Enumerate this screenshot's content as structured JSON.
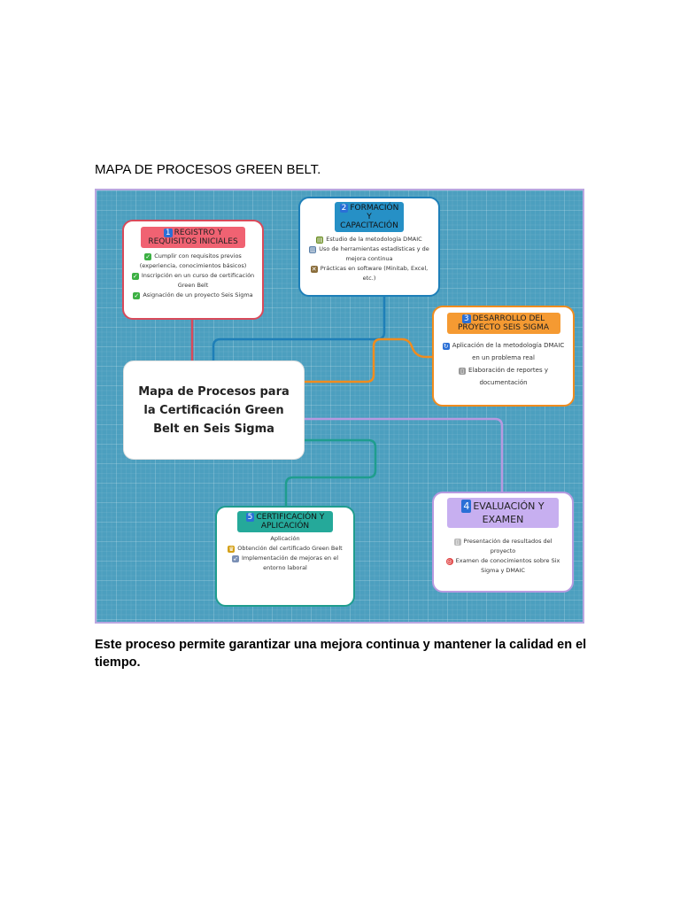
{
  "heading": "MAPA DE PROCESOS GREEN BELT.",
  "footer": "Este proceso permite garantizar una mejora continua y mantener la calidad en el tiempo.",
  "map": {
    "central": "Mapa de Procesos para la Certificación Green Belt en Seis Sigma",
    "nodes": {
      "registro": {
        "number": "1",
        "title": "REGISTRO Y REQUISITOS INICIALES",
        "items": [
          "Cumplir con requisitos previos (experiencia, conocimientos básicos)",
          "Inscripción en un curso de certificación Green Belt",
          "Asignación de un proyecto Seis Sigma"
        ]
      },
      "formacion": {
        "number": "2",
        "title": "FORMACIÓN Y CAPACITACIÓN",
        "items": [
          "Estudio de la metodología DMAIC",
          "Uso de herramientas estadísticas y de mejora continua",
          "Prácticas en software (Minitab, Excel, etc.)"
        ]
      },
      "desarrollo": {
        "number": "3",
        "title": "DESARROLLO DEL PROYECTO SEIS SIGMA",
        "items": [
          "Aplicación de la metodología DMAIC en un problema real",
          "Elaboración de reportes y documentación"
        ]
      },
      "evaluacion": {
        "number": "4",
        "title": "EVALUACIÓN Y EXAMEN",
        "items": [
          "Presentación de resultados del proyecto",
          "Examen de conocimientos sobre Six Sigma y DMAIC"
        ]
      },
      "certificacion": {
        "number": "5",
        "title": "CERTIFICACIÓN Y APLICACIÓN",
        "items": [
          "Aplicación",
          "Obtención del certificado Green Belt",
          "Implementación de mejoras en el entorno laboral"
        ]
      }
    }
  },
  "colors": {
    "registro": "#d94a5a",
    "formacion": "#1e7fb8",
    "desarrollo": "#f08c1e",
    "evaluacion": "#b79ae0",
    "certificacion": "#1f9d8e",
    "background": "#4c9fbf",
    "check": "#3cb043"
  }
}
